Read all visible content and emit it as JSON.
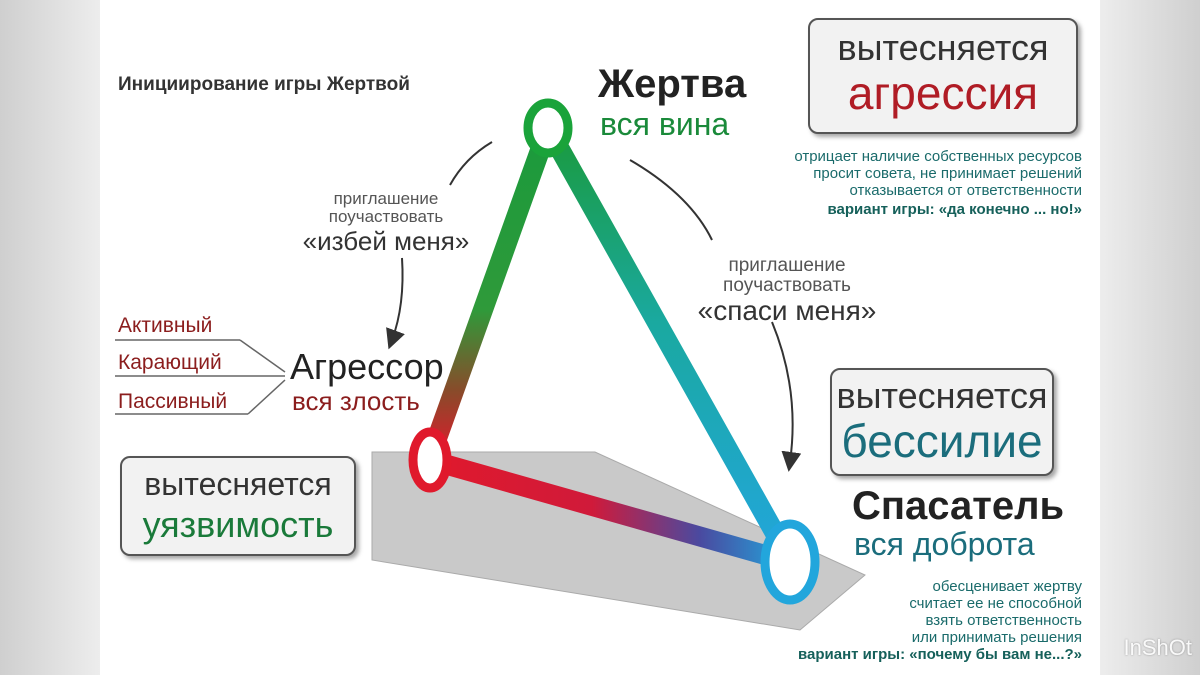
{
  "title": "Инициирование игры Жертвой",
  "victim": {
    "name": "Жертва",
    "trait": "вся вина"
  },
  "aggressor": {
    "name": "Агрессор",
    "trait": "вся злость"
  },
  "rescuer": {
    "name": "Спасатель",
    "trait": "вся доброта"
  },
  "aggressor_types": [
    "Активный",
    "Карающий",
    "Пассивный"
  ],
  "box_victim": {
    "line1": "вытесняется",
    "line2": "агрессия"
  },
  "box_rescuer": {
    "line1": "вытесняется",
    "line2": "бессилие"
  },
  "box_aggressor": {
    "line1": "вытесняется",
    "line2": "уязвимость"
  },
  "invite_left": {
    "line1": "приглашение",
    "line2": "поучаствовать",
    "quote": "«избей меня»"
  },
  "invite_right": {
    "line1": "приглашение",
    "line2": "поучаствовать",
    "quote": "«спаси меня»"
  },
  "victim_notes": {
    "lines": [
      "отрицает наличие собственных ресурсов",
      "просит совета, не принимает решений",
      "отказывается от ответственности"
    ],
    "game": "вариант игры: «да конечно ... но!»"
  },
  "rescuer_notes": {
    "lines": [
      "обесценивает жертву",
      "считает ее не способной",
      "взять ответственность",
      "или принимать решения"
    ],
    "game": "вариант игры: «почему бы вам не...?»"
  },
  "watermark": "InShOt",
  "colors": {
    "victim": "#1a8a3a",
    "aggressor": "#e0192c",
    "rescuer": "#22a6dc",
    "accent_red": "#b01c25",
    "accent_teal": "#1b6d7c"
  }
}
